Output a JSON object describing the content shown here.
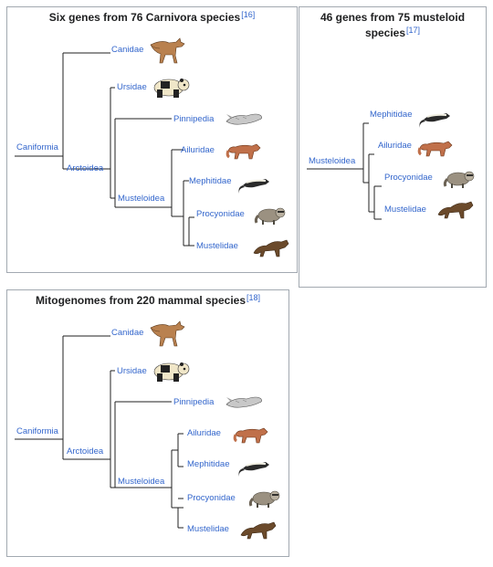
{
  "panels": {
    "six_genes": {
      "title": "Six genes from 76 Carnivora species",
      "ref": "[16]"
    },
    "musteloid": {
      "title": "46 genes from 75 musteloid species",
      "ref": "[17]"
    },
    "mitogenomes": {
      "title": "Mitogenomes from 220 mammal species",
      "ref": "[18]"
    }
  },
  "taxa": {
    "caniformia": "Caniformia",
    "arctoidea": "Arctoidea",
    "musteloidea": "Musteloidea",
    "canidae": "Canidae",
    "ursidae": "Ursidae",
    "pinnipedia": "Pinnipedia",
    "ailuridae": "Ailuridae",
    "mephitidae": "Mephitidae",
    "procyonidae": "Procyonidae",
    "mustelidae": "Mustelidae"
  },
  "icons": [
    "fox-icon",
    "panda-icon",
    "seal-icon",
    "red-panda-icon",
    "skunk-icon",
    "raccoon-icon",
    "mustelid-icon"
  ],
  "colors": {
    "link": "#3366cc",
    "line": "#202122",
    "border": "#a2a9b1"
  }
}
